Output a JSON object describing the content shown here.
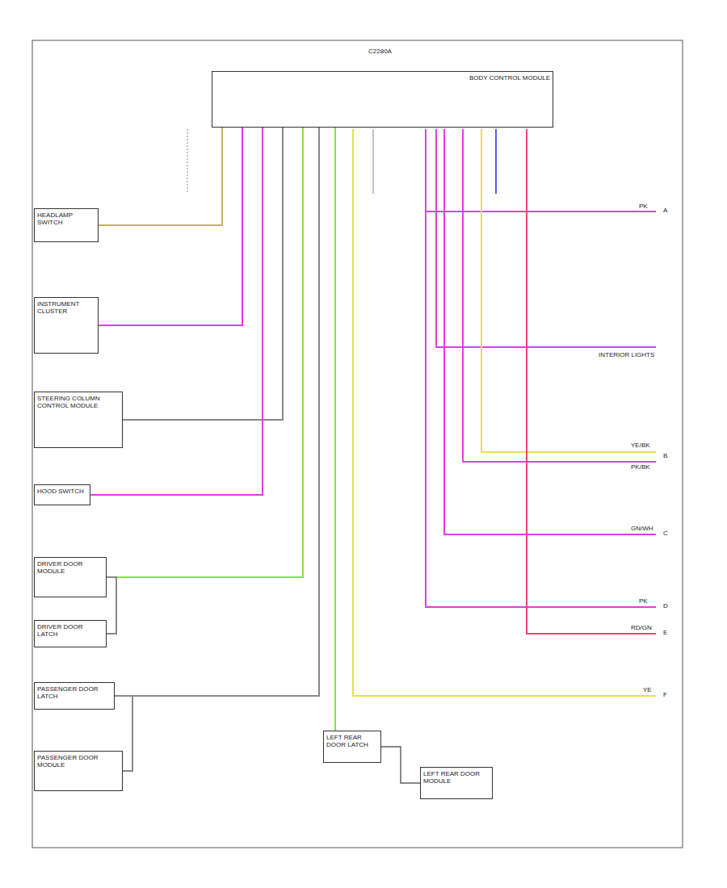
{
  "diagram": {
    "nodes": [
      {
        "text": [
          "BODY CONTROL MODULE"
        ]
      },
      {
        "text": [
          "HEADLAMP SWITCH"
        ]
      },
      {
        "text": [
          "INSTRUMENT CLUSTER"
        ]
      },
      {
        "text": [
          "STEERING COLUMN CONTROL MODULE"
        ]
      },
      {
        "text": [
          "HOOD SWITCH"
        ]
      },
      {
        "text": [
          "DRIVER DOOR MODULE"
        ]
      },
      {
        "text": [
          "DRIVER DOOR LATCH"
        ]
      },
      {
        "text": [
          "PASSENGER DOOR LATCH"
        ]
      },
      {
        "text": [
          "PASSENGER DOOR MODULE"
        ]
      },
      {
        "text": [
          "LEFT REAR DOOR LATCH"
        ]
      },
      {
        "text": [
          "LEFT REAR DOOR MODULE"
        ]
      }
    ],
    "edges": [
      {
        "from": 0,
        "to": 1,
        "arrow": "none"
      },
      {
        "from": 0,
        "to": 2,
        "arrow": "none"
      },
      {
        "from": 0,
        "to": 3,
        "arrow": "none"
      },
      {
        "from": 0,
        "to": 4,
        "arrow": "none"
      },
      {
        "from": 0,
        "to": 5,
        "arrow": "none"
      },
      {
        "from": 0,
        "to": 7,
        "arrow": "none"
      },
      {
        "from": 0,
        "to": 9,
        "arrow": "none"
      },
      {
        "from": 5,
        "to": 6,
        "arrow": "none"
      },
      {
        "from": 7,
        "to": 8,
        "arrow": "none"
      },
      {
        "from": 9,
        "to": 10,
        "arrow": "none"
      }
    ],
    "labels": [
      "C2280A",
      "PK",
      "INTERIOR LIGHTS",
      "YE/BK",
      "PK/BK",
      "GN/WH",
      "PK",
      "RD/GN",
      "YE",
      "A",
      "B",
      "C",
      "D",
      "E",
      "F"
    ]
  }
}
